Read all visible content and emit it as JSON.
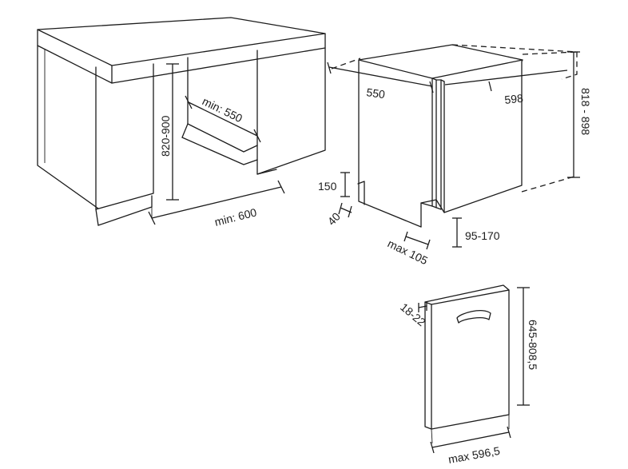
{
  "cabinet": {
    "height_label": "820-900",
    "depth_label": "min: 550",
    "width_label": "min: 600"
  },
  "dishwasher": {
    "depth_label": "550",
    "width_label": "598",
    "height_label": "818 - 898",
    "plinth_label": "150",
    "plinth_offset_label": "40",
    "door_protrusion_label": "max 105",
    "foot_label": "95-170"
  },
  "door_panel": {
    "thickness_label": "18-22",
    "height_label": "645-808,5",
    "width_label": "max 596,5"
  }
}
